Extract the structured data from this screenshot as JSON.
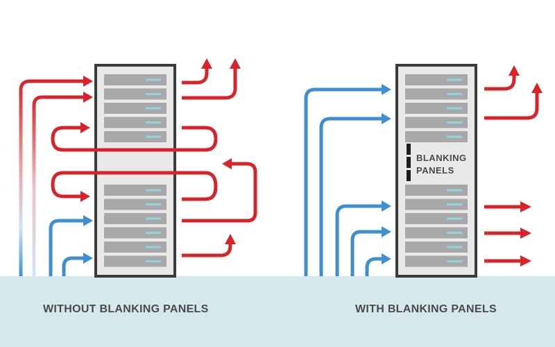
{
  "captions": {
    "without": "WITHOUT BLANKING PANELS",
    "with": "WITH BLANKING PANELS"
  },
  "blanking_label": {
    "line1": "BLANKING",
    "line2": "PANELS"
  },
  "colors": {
    "hot_air": "#d8232a",
    "cold_air": "#3d8fd1",
    "floor": "#d5e9ec",
    "rack_frame": "#3c3c3c",
    "rack_fill": "#e8e8e8",
    "server": "#a8a8a8",
    "server_led": "#8fd4de"
  }
}
